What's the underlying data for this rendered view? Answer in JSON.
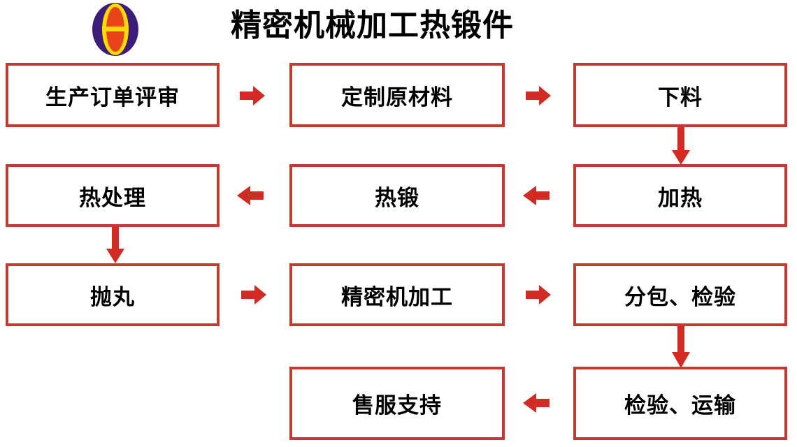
{
  "header": {
    "title": "精密机械加工热锻件",
    "logo_name": "company-oval-logo",
    "logo_colors": {
      "outer": "#3B1C7A",
      "ring": "#FFD800",
      "core": "#E8431B"
    }
  },
  "theme": {
    "box_border": "#C43A33",
    "arrow_fill": "#D32A24",
    "box_background": "#FFFFFF",
    "text_color": "#000000",
    "page_background": "#FFFFFF"
  },
  "flowchart": {
    "type": "process-flow",
    "nodes": [
      {
        "id": "n1",
        "label": "生产订单评审",
        "row": 1,
        "col": 1
      },
      {
        "id": "n2",
        "label": "定制原材料",
        "row": 1,
        "col": 2
      },
      {
        "id": "n3",
        "label": "下料",
        "row": 1,
        "col": 3
      },
      {
        "id": "n4",
        "label": "热处理",
        "row": 2,
        "col": 1
      },
      {
        "id": "n5",
        "label": "热锻",
        "row": 2,
        "col": 2
      },
      {
        "id": "n6",
        "label": "加热",
        "row": 2,
        "col": 3
      },
      {
        "id": "n7",
        "label": "抛丸",
        "row": 3,
        "col": 1
      },
      {
        "id": "n8",
        "label": "精密机加工",
        "row": 3,
        "col": 2
      },
      {
        "id": "n9",
        "label": "分包、检验",
        "row": 3,
        "col": 3
      },
      {
        "id": "n10",
        "label": "售服支持",
        "row": 4,
        "col": 2
      },
      {
        "id": "n11",
        "label": "检验、运输",
        "row": 4,
        "col": 3
      }
    ],
    "edges": [
      {
        "from": "n1",
        "to": "n2",
        "direction": "right"
      },
      {
        "from": "n2",
        "to": "n3",
        "direction": "right"
      },
      {
        "from": "n3",
        "to": "n6",
        "direction": "down"
      },
      {
        "from": "n6",
        "to": "n5",
        "direction": "left"
      },
      {
        "from": "n5",
        "to": "n4",
        "direction": "left"
      },
      {
        "from": "n4",
        "to": "n7",
        "direction": "down"
      },
      {
        "from": "n7",
        "to": "n8",
        "direction": "right"
      },
      {
        "from": "n8",
        "to": "n9",
        "direction": "right"
      },
      {
        "from": "n9",
        "to": "n11",
        "direction": "down"
      },
      {
        "from": "n11",
        "to": "n10",
        "direction": "left"
      }
    ]
  }
}
